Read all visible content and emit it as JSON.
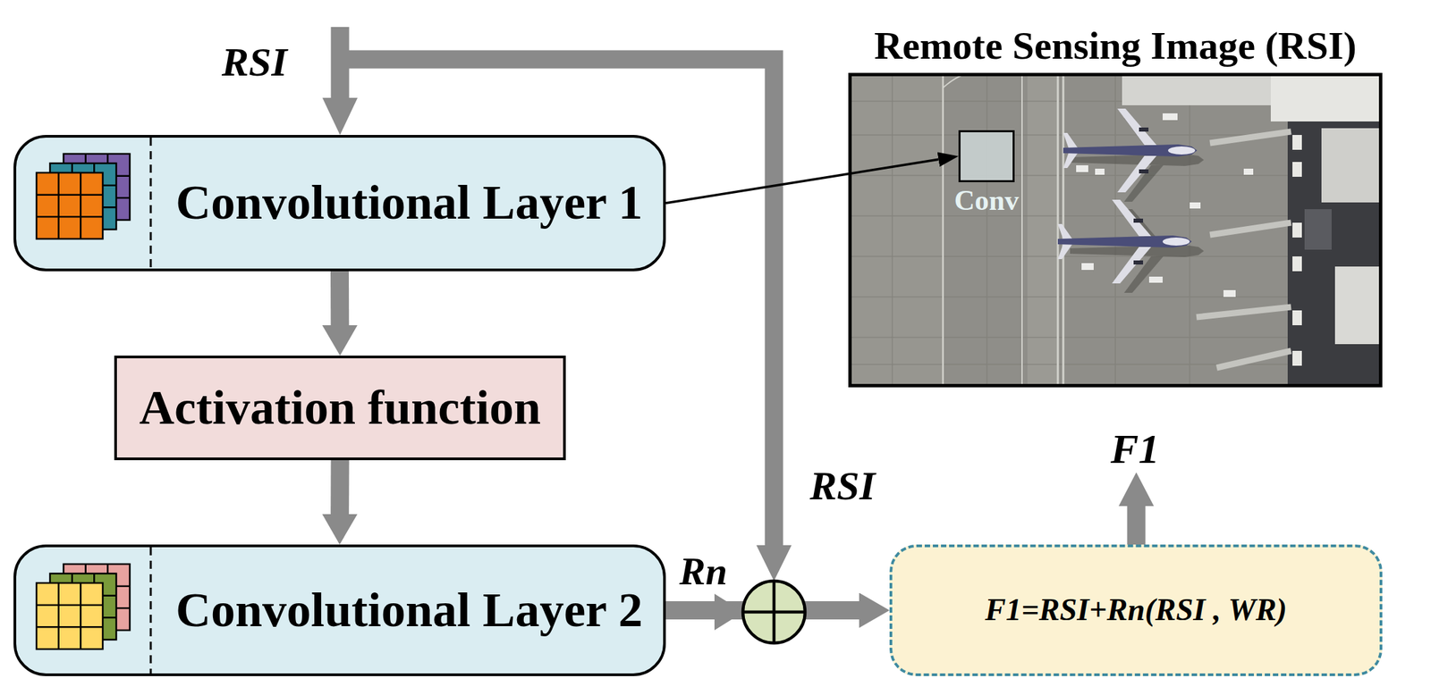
{
  "diagram": {
    "nodes": [
      {
        "text": [
          "Convolutional Layer 1"
        ]
      },
      {
        "text": [
          "Remote Sensing Image (RSI)"
        ]
      },
      {
        "text": [
          "Conv"
        ],
        "in": 1
      },
      {
        "text": [
          "Activation function"
        ]
      },
      {
        "text": [
          "Convolutional Layer 2"
        ]
      },
      {
        "text": [
          "F1=RSI+Rn(RSI , WR)"
        ]
      }
    ],
    "edges": [
      {
        "from": 0,
        "to": 2,
        "arrow": "to"
      },
      {
        "from": 0,
        "to": 3,
        "arrow": "to"
      },
      {
        "from": 3,
        "to": 4,
        "arrow": "to"
      },
      {
        "from": 4,
        "to": 5,
        "arrow": "to"
      }
    ],
    "labels": [
      "RSI",
      "F1",
      "RSI",
      "Rn"
    ]
  }
}
